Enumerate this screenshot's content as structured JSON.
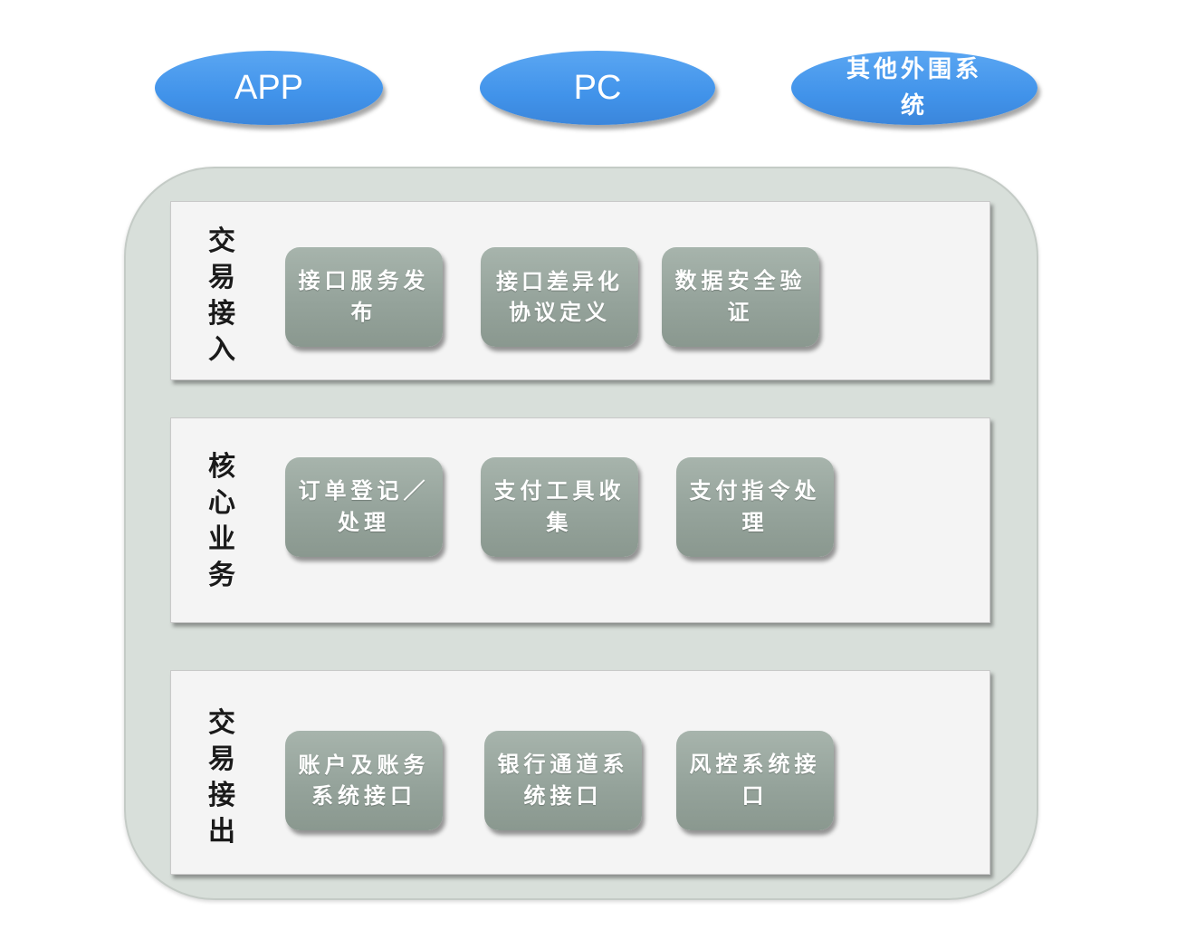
{
  "clients": [
    {
      "label": "APP"
    },
    {
      "label": "PC"
    },
    {
      "label": "其他外围系统"
    }
  ],
  "layers": [
    {
      "label": "交易接入",
      "modules": [
        {
          "label": "接口服务发布"
        },
        {
          "label": "接口差异化协议定义"
        },
        {
          "label": "数据安全验证"
        }
      ]
    },
    {
      "label": "核心业务",
      "modules": [
        {
          "label": "订单登记／处理"
        },
        {
          "label": "支付工具收集"
        },
        {
          "label": "支付指令处理"
        }
      ]
    },
    {
      "label": "交易接出",
      "modules": [
        {
          "label": "账户及账务系统接口"
        },
        {
          "label": "银行通道系统接口"
        },
        {
          "label": "风控系统接口"
        }
      ]
    }
  ],
  "colors": {
    "client_fill": "#4193ea",
    "frame_fill": "#d8dfda",
    "layer_fill": "#f4f4f4",
    "module_fill": "#95a39b"
  }
}
